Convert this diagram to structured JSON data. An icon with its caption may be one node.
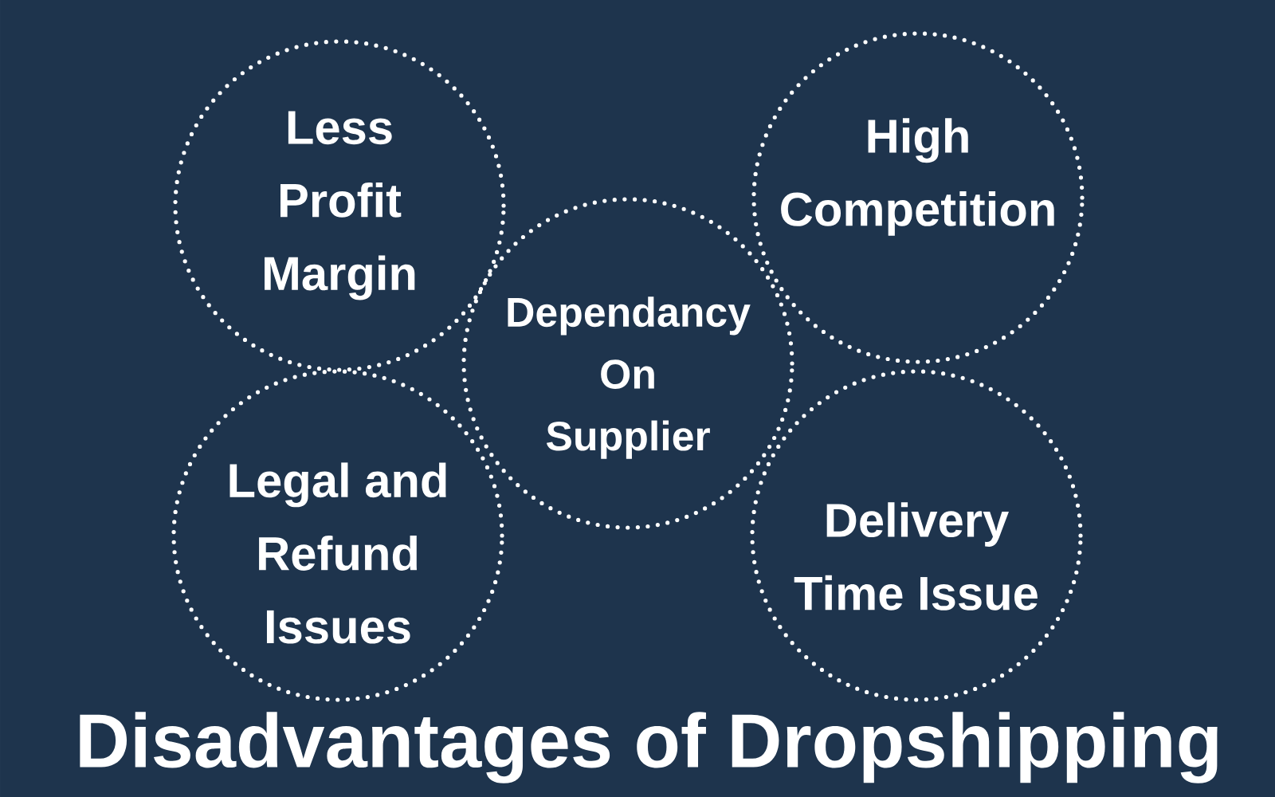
{
  "diagram": {
    "title": "Disadvantages of Dropshipping",
    "nodes": [
      {
        "text": [
          "Less Profit Margin"
        ]
      },
      {
        "text": [
          "High Competition"
        ]
      },
      {
        "text": [
          "Dependancy On Supplier"
        ]
      },
      {
        "text": [
          "Legal and Refund Issues"
        ]
      },
      {
        "text": [
          "Delivery Time Issue"
        ]
      }
    ]
  }
}
